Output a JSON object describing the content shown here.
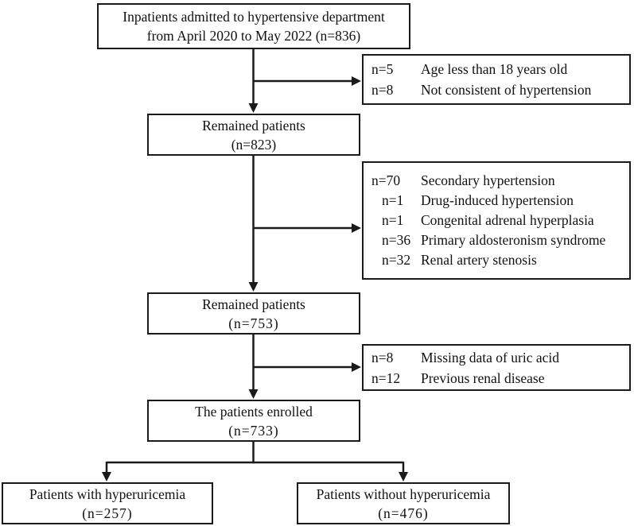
{
  "flowchart": {
    "colors": {
      "line": "#1a1a1a",
      "text": "#111111",
      "background": "#ffffff"
    },
    "nodes": {
      "top": {
        "line1": "Inpatients admitted to hypertensive department",
        "line2": "from April 2020 to May 2022 (n=836)"
      },
      "remained1": {
        "line1": "Remained patients",
        "line2": "(n=823)"
      },
      "remained2": {
        "line1": "Remained patients",
        "line2": "(n=753)"
      },
      "enrolled": {
        "line1": "The patients enrolled",
        "line2": "(n=733)"
      },
      "with_hyperuricemia": {
        "line1": "Patients with hyperuricemia",
        "line2": "(n=257)"
      },
      "without_hyperuricemia": {
        "line1": "Patients without hyperuricemia",
        "line2": "(n=476)"
      }
    },
    "exclusions": {
      "age": {
        "rows": [
          {
            "n": "n=5",
            "label": "Age less than 18 years old"
          },
          {
            "n": "n=8",
            "label": "Not consistent of hypertension"
          }
        ]
      },
      "secondary": {
        "rows": [
          {
            "n": "n=70",
            "label": "Secondary hypertension"
          },
          {
            "n": "n=1",
            "label": "Drug-induced hypertension"
          },
          {
            "n": "n=1",
            "label": "Congenital adrenal hyperplasia"
          },
          {
            "n": "n=36",
            "label": "Primary aldosteronism syndrome"
          },
          {
            "n": "n=32",
            "label": "Renal artery stenosis"
          }
        ]
      },
      "missing": {
        "rows": [
          {
            "n": "n=8",
            "label": "Missing data of uric acid"
          },
          {
            "n": "n=12",
            "label": "Previous renal disease"
          }
        ]
      }
    }
  }
}
